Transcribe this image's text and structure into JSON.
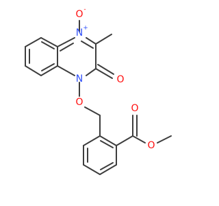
{
  "molecule": {
    "atoms": {
      "n_oxide": {
        "symbol": "N",
        "charge": "+",
        "color": "#3050f8"
      },
      "o_oxide": {
        "symbol": "O",
        "charge": "-",
        "color": "#ff0d0d"
      },
      "n_ring": {
        "symbol": "N",
        "color": "#3050f8"
      },
      "o_carbonyl_ring": {
        "symbol": "O",
        "color": "#ff0d0d"
      },
      "o_ether": {
        "symbol": "O",
        "color": "#ff0d0d"
      },
      "o_ester_carbonyl": {
        "symbol": "O",
        "color": "#ff0d0d"
      },
      "o_ester": {
        "symbol": "O",
        "color": "#ff0d0d"
      }
    },
    "bond_color": "#3d3d3d"
  }
}
